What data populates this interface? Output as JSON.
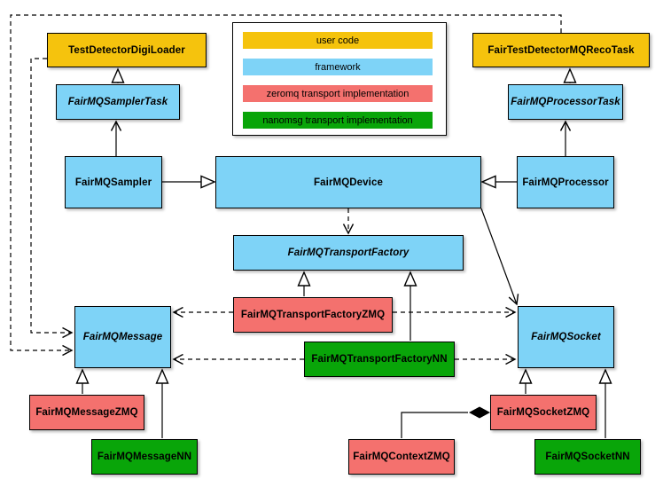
{
  "colors": {
    "user_code": "#F5C30D",
    "framework": "#7ED3F7",
    "zeromq": "#F4716E",
    "nanomsg": "#09A509",
    "background": "#FFFFFF",
    "line": "#000000"
  },
  "legend": {
    "items": [
      {
        "label": "user code",
        "color": "#F5C30D"
      },
      {
        "label": "framework",
        "color": "#7ED3F7"
      },
      {
        "label": "zeromq transport implementation",
        "color": "#F4716E"
      },
      {
        "label": "nanomsg transport implementation",
        "color": "#09A509"
      }
    ]
  },
  "nodes": {
    "digi_loader": {
      "label": "TestDetectorDigiLoader",
      "category": "user_code",
      "abstract": false
    },
    "reco_task": {
      "label": "FairTestDetectorMQRecoTask",
      "category": "user_code",
      "abstract": false
    },
    "sampler_task": {
      "label": "FairMQSamplerTask",
      "category": "framework",
      "abstract": true
    },
    "processor_task": {
      "label": "FairMQProcessorTask",
      "category": "framework",
      "abstract": true
    },
    "sampler": {
      "label": "FairMQSampler",
      "category": "framework",
      "abstract": false
    },
    "device": {
      "label": "FairMQDevice",
      "category": "framework",
      "abstract": false
    },
    "processor": {
      "label": "FairMQProcessor",
      "category": "framework",
      "abstract": false
    },
    "transport_factory": {
      "label": "FairMQTransportFactory",
      "category": "framework",
      "abstract": true
    },
    "factory_zmq": {
      "label": "FairMQTransportFactoryZMQ",
      "category": "zeromq",
      "abstract": false
    },
    "factory_nn": {
      "label": "FairMQTransportFactoryNN",
      "category": "nanomsg",
      "abstract": false
    },
    "message": {
      "label": "FairMQMessage",
      "category": "framework",
      "abstract": true
    },
    "socket": {
      "label": "FairMQSocket",
      "category": "framework",
      "abstract": true
    },
    "message_zmq": {
      "label": "FairMQMessageZMQ",
      "category": "zeromq",
      "abstract": false
    },
    "message_nn": {
      "label": "FairMQMessageNN",
      "category": "nanomsg",
      "abstract": false
    },
    "context_zmq": {
      "label": "FairMQContextZMQ",
      "category": "zeromq",
      "abstract": false
    },
    "socket_zmq": {
      "label": "FairMQSocketZMQ",
      "category": "zeromq",
      "abstract": false
    },
    "socket_nn": {
      "label": "FairMQSocketNN",
      "category": "nanomsg",
      "abstract": false
    }
  },
  "edges": [
    {
      "from": "FairMQSamplerTask",
      "to": "TestDetectorDigiLoader",
      "style": "solid",
      "head": "hollow-triangle"
    },
    {
      "from": "FairMQProcessorTask",
      "to": "FairTestDetectorMQRecoTask",
      "style": "solid",
      "head": "hollow-triangle"
    },
    {
      "from": "FairMQSampler",
      "to": "FairMQDevice",
      "style": "solid",
      "head": "hollow-triangle"
    },
    {
      "from": "FairMQProcessor",
      "to": "FairMQDevice",
      "style": "solid",
      "head": "hollow-triangle"
    },
    {
      "from": "FairMQSampler",
      "to": "FairMQSamplerTask",
      "style": "solid",
      "head": "open-arrow"
    },
    {
      "from": "FairMQProcessor",
      "to": "FairMQProcessorTask",
      "style": "solid",
      "head": "open-arrow"
    },
    {
      "from": "FairMQDevice",
      "to": "FairMQSocket",
      "style": "solid",
      "head": "open-arrow"
    },
    {
      "from": "FairMQDevice",
      "to": "FairMQTransportFactory",
      "style": "dashed",
      "head": "open-arrow"
    },
    {
      "from": "FairMQTransportFactoryZMQ",
      "to": "FairMQTransportFactory",
      "style": "solid",
      "head": "hollow-triangle"
    },
    {
      "from": "FairMQTransportFactoryNN",
      "to": "FairMQTransportFactory",
      "style": "solid",
      "head": "hollow-triangle"
    },
    {
      "from": "FairMQTransportFactoryZMQ",
      "to": "FairMQMessage",
      "style": "dashed",
      "head": "open-arrow"
    },
    {
      "from": "FairMQTransportFactoryZMQ",
      "to": "FairMQSocket",
      "style": "dashed",
      "head": "open-arrow"
    },
    {
      "from": "FairMQTransportFactoryNN",
      "to": "FairMQMessage",
      "style": "dashed",
      "head": "open-arrow"
    },
    {
      "from": "FairMQTransportFactoryNN",
      "to": "FairMQSocket",
      "style": "dashed",
      "head": "open-arrow"
    },
    {
      "from": "FairMQMessageZMQ",
      "to": "FairMQMessage",
      "style": "solid",
      "head": "hollow-triangle"
    },
    {
      "from": "FairMQMessageNN",
      "to": "FairMQMessage",
      "style": "solid",
      "head": "hollow-triangle"
    },
    {
      "from": "FairMQSocketZMQ",
      "to": "FairMQSocket",
      "style": "solid",
      "head": "hollow-triangle"
    },
    {
      "from": "FairMQSocketNN",
      "to": "FairMQSocket",
      "style": "solid",
      "head": "hollow-triangle"
    },
    {
      "from": "TestDetectorDigiLoader",
      "to": "FairMQMessage",
      "style": "dashed",
      "head": "open-arrow"
    },
    {
      "from": "FairTestDetectorMQRecoTask",
      "to": "FairMQMessage",
      "style": "dashed",
      "head": "open-arrow"
    },
    {
      "from": "FairMQContextZMQ",
      "to": "FairMQSocketZMQ",
      "style": "solid",
      "head": "filled-diamond"
    }
  ]
}
